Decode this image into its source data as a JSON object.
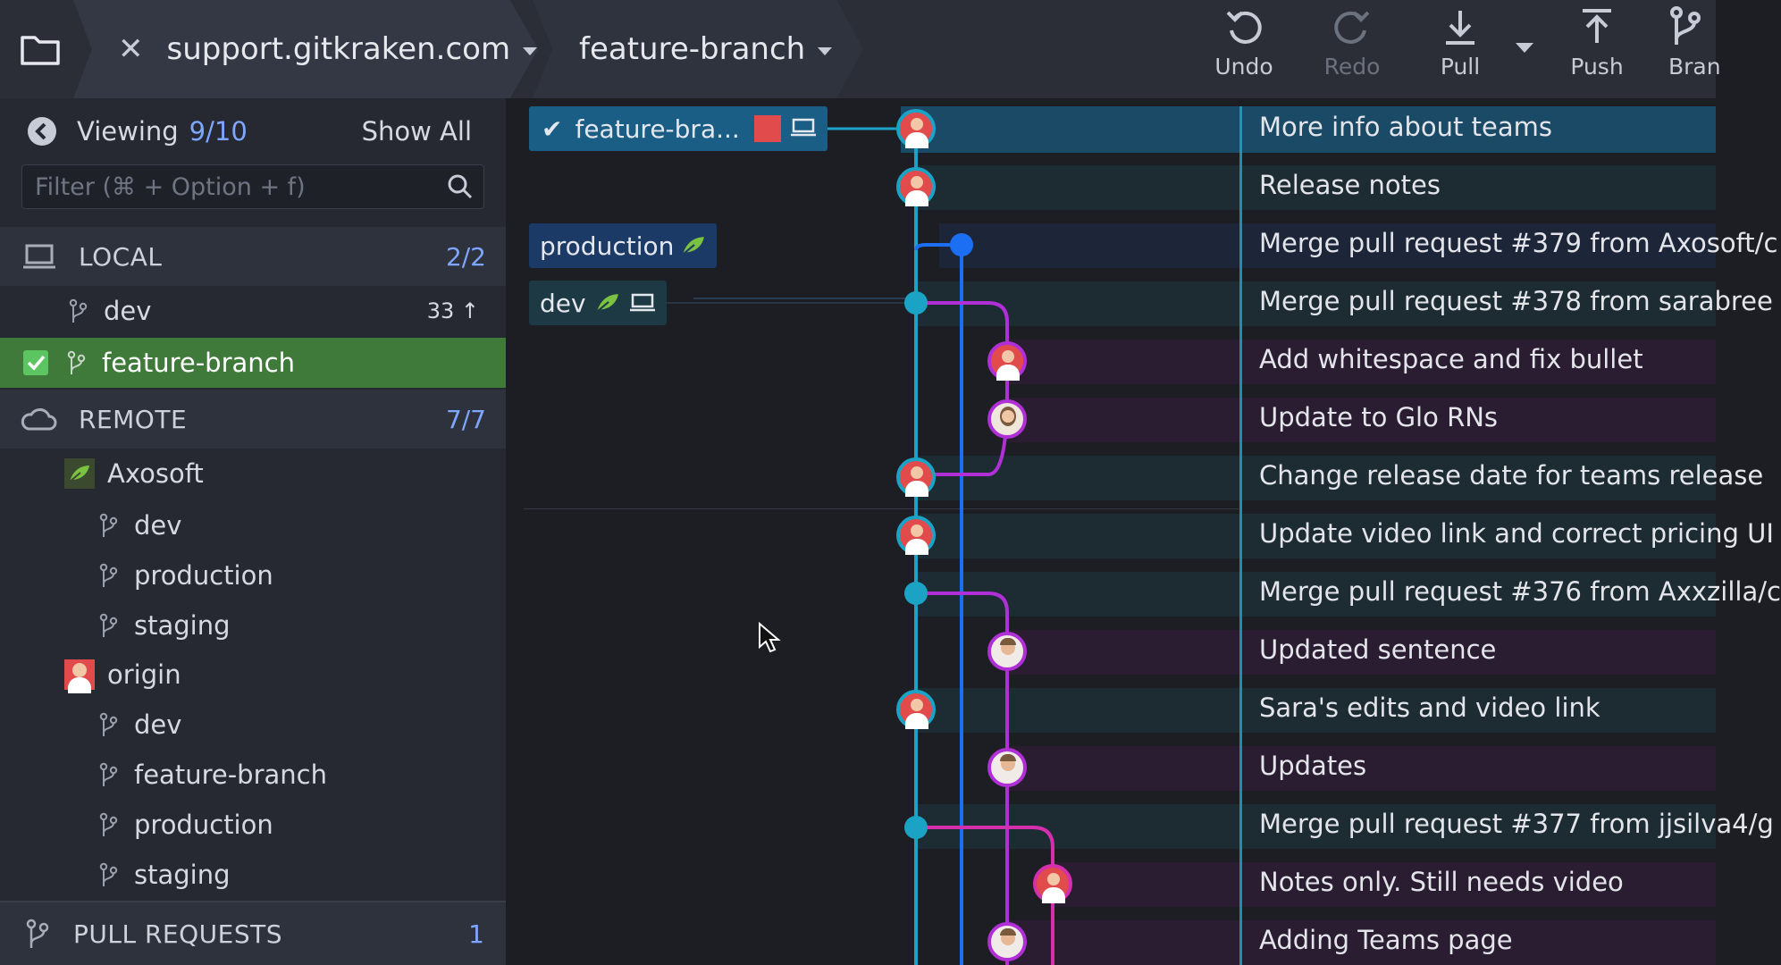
{
  "toolbar": {
    "repo_name": "support.gitkraken.com",
    "branch_name": "feature-branch",
    "undo_label": "Undo",
    "redo_label": "Redo",
    "pull_label": "Pull",
    "push_label": "Push",
    "branch_label": "Bran"
  },
  "sidebar": {
    "viewing_label": "Viewing",
    "viewing_count": "9/10",
    "show_all_label": "Show All",
    "filter_placeholder": "Filter (⌘ + Option + f)",
    "local": {
      "label": "LOCAL",
      "count": "2/2",
      "branches": [
        {
          "name": "dev",
          "ahead": "33"
        },
        {
          "name": "feature-branch",
          "checked_out": true
        }
      ]
    },
    "remote": {
      "label": "REMOTE",
      "count": "7/7",
      "remotes": [
        {
          "name": "Axosoft",
          "branches": [
            "dev",
            "production",
            "staging"
          ]
        },
        {
          "name": "origin",
          "branches": [
            "dev",
            "feature-branch",
            "production",
            "staging"
          ]
        }
      ]
    },
    "pull_requests": {
      "label": "PULL REQUESTS",
      "count": "1"
    }
  },
  "graph": {
    "refs": [
      {
        "label": "feature-bra..."
      },
      {
        "label": "production"
      },
      {
        "label": "dev"
      }
    ],
    "commits": [
      "More info about teams",
      "Release notes",
      "Merge pull request #379 from Axosoft/c",
      "Merge pull request #378 from sarabree",
      "Add whitespace and fix bullet",
      "Update to Glo RNs",
      "Change release date for teams release",
      "Update video link and correct pricing UI",
      "Merge pull request #376 from Axxzilla/c",
      "Updated sentence",
      "Sara's edits and video link",
      "Updates",
      "Merge pull request #377 from jjsilva4/g",
      "Notes only. Still needs video",
      "Adding Teams page"
    ]
  },
  "colors": {
    "teal": "#1ba3c6",
    "blue": "#1c6ff2",
    "purple": "#b02fd6",
    "magenta": "#d62fae",
    "selected_green": "#3f7a3a"
  }
}
